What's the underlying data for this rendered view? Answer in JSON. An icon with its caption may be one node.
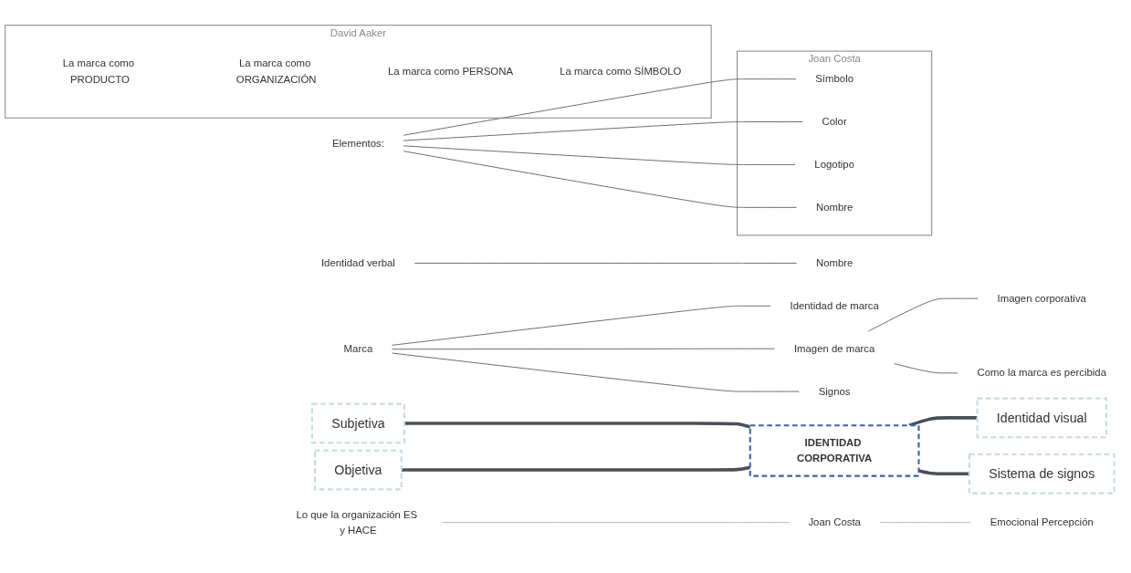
{
  "diagram": {
    "nodes": [
      {
        "text": [
          "Sistema de signos"
        ]
      },
      {
        "text": [
          "Objetiva"
        ]
      },
      {
        "text": [
          "Lo que la organización ES y HACE"
        ]
      },
      {
        "text": [
          "Joan Costa"
        ]
      },
      {
        "text": [
          "Subjetiva"
        ]
      },
      {
        "text": [
          "Emocional Percepción"
        ]
      },
      {
        "text": [
          "IDENTIDAD CORPORATIVA"
        ]
      },
      {
        "text": [
          "Identidad visual"
        ]
      },
      {
        "text": [
          "Identidad verbal"
        ]
      },
      {
        "text": [
          "Nombre"
        ]
      },
      {
        "text": [
          "Marca"
        ]
      },
      {
        "text": [
          "Signos"
        ]
      },
      {
        "text": [
          "Imagen de marca"
        ]
      },
      {
        "text": [
          "Como la marca es percibida"
        ]
      },
      {
        "text": [
          "Imagen corporativa"
        ]
      },
      {
        "text": [
          "Identidad de marca"
        ]
      },
      {
        "text": [
          "Elementos:"
        ]
      },
      {
        "text": [
          "Joan Costa"
        ]
      },
      {
        "text": [
          "Nombre"
        ],
        "in": 17
      },
      {
        "text": [
          "Logotipo"
        ],
        "in": 17
      },
      {
        "text": [
          "Color"
        ],
        "in": 17
      },
      {
        "text": [
          "Símbolo"
        ],
        "in": 17
      },
      {
        "text": [
          "David Aaker"
        ]
      },
      {
        "text": [
          "La marca como PRODUCTO"
        ],
        "in": 22
      },
      {
        "text": [
          "La marca como ORGANIZACIÓN"
        ],
        "in": 22
      },
      {
        "text": [
          "La marca como PERSONA"
        ],
        "in": 22
      },
      {
        "text": [
          "La marca como SÍMBOLO"
        ],
        "in": 22
      }
    ],
    "edges": [
      {
        "from": 1,
        "to": 6,
        "arrow": "none",
        "style": "thick"
      },
      {
        "from": 4,
        "to": 6,
        "arrow": "none",
        "style": "thick"
      },
      {
        "from": 6,
        "to": 0,
        "arrow": "none",
        "style": "thick"
      },
      {
        "from": 6,
        "to": 7,
        "arrow": "none",
        "style": "thick"
      },
      {
        "from": 2,
        "to": 3,
        "arrow": "none",
        "color": "#aaaaaa"
      },
      {
        "from": 3,
        "to": 5,
        "arrow": "none",
        "color": "#aaaaaa"
      },
      {
        "from": 8,
        "to": 9,
        "arrow": "none"
      },
      {
        "from": 10,
        "to": 11,
        "arrow": "none"
      },
      {
        "from": 10,
        "to": 12,
        "arrow": "none"
      },
      {
        "from": 12,
        "to": 13,
        "arrow": "none"
      },
      {
        "from": 12,
        "to": 14,
        "arrow": "none"
      },
      {
        "from": 10,
        "to": 15,
        "arrow": "none"
      },
      {
        "from": 16,
        "to": 18,
        "arrow": "none"
      },
      {
        "from": 16,
        "to": 19,
        "arrow": "none"
      },
      {
        "from": 16,
        "to": 20,
        "arrow": "none"
      },
      {
        "from": 16,
        "to": 21,
        "arrow": "none"
      }
    ]
  }
}
